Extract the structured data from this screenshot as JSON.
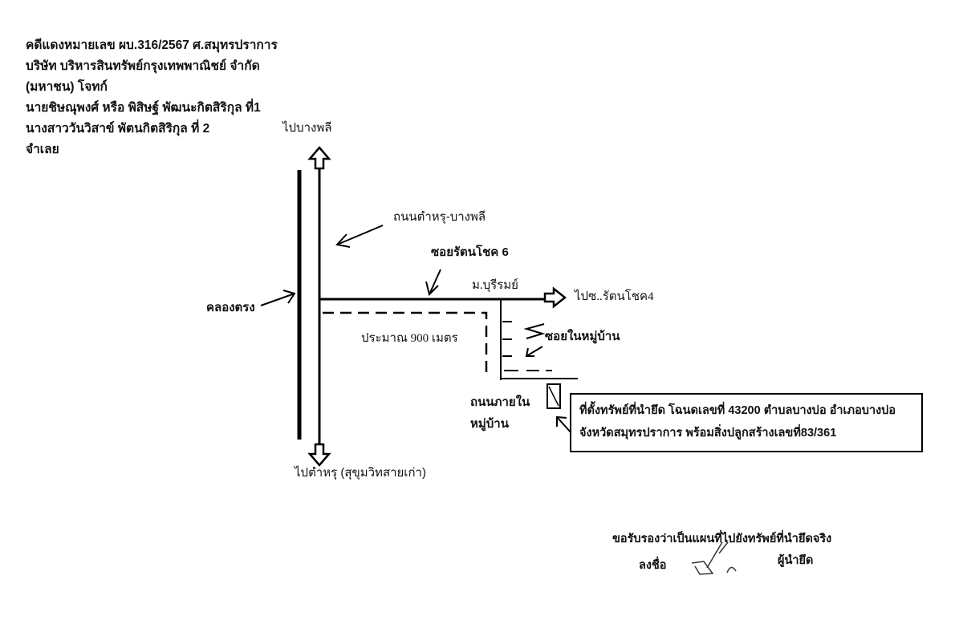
{
  "case_info": [
    "คดีแดงหมายเลข ผบ.316/2567 ศ.สมุทรปราการ",
    "บริษัท บริหารสินทรัพย์กรุงเทพพาณิชย์ จำกัด",
    "(มหาชน) โจทก์",
    "นายชิษณุพงศ์ หรือ พิสิษฐ์ พัฒนะกิตสิริกุล ที่1",
    "นางสาววันวิสาข์ พัตนกิตสิริกุล ที่ 2",
    "จำเลย"
  ],
  "map": {
    "to_bang_phli": "ไปบางพลี",
    "road_tamru_bang_phli": "ถนนตำหรุ-บางพลี",
    "soi_rattanachot_6": "ซอยรัตนโชค 6",
    "mu_ban_buriram": "ม.บุรีรมย์",
    "to_soi_rattanachot_4": "ไปซ..รัตนโชค4",
    "khlong_trong": "คลองตรง",
    "distance": "ประมาณ 900 เมตร",
    "village_soi": "ซอยในหมู่บ้าน",
    "village_road_line1": "ถนนภายใน",
    "village_road_line2": "หมู่บ้าน",
    "to_tamru": "ไปตำหรุ (สุขุมวิทสายเก่า)"
  },
  "callout": {
    "line1": "ที่ตั้งทรัพย์ที่นำยึด โฉนดเลขที่ 43200 ตำบลบางบ่อ อำเภอบางบ่อ",
    "line2": "จังหวัดสมุทรปราการ พร้อมสิ่งปลูกสร้างเลขที่83/361"
  },
  "certification": {
    "statement": "ขอรับรองว่าเป็นแผนที่ไปยังทรัพย์ที่นำยึดจริง",
    "sign_label": "ลงชื่อ",
    "role": "ผู้นำยึด"
  }
}
